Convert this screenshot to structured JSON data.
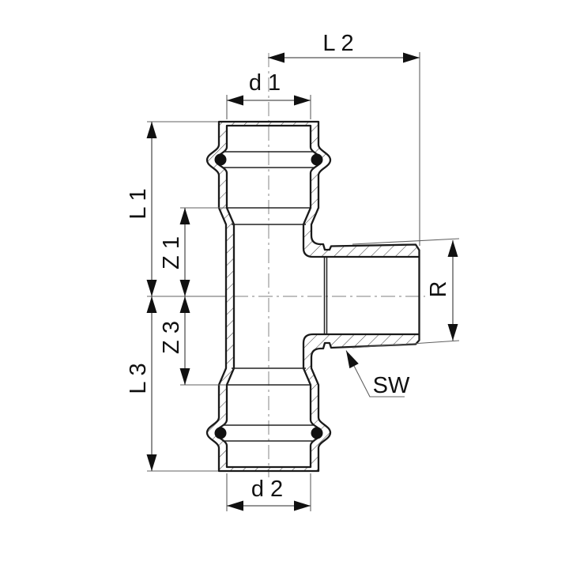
{
  "drawing": {
    "type": "technical-section-drawing",
    "subject": "tee-pipe-fitting-with-two-press-ends-and-male-thread-branch",
    "background_color": "#ffffff",
    "outline_color": "#1a1a1a",
    "dimension_line_color": "#555555",
    "centerline_color": "#999999",
    "oring_color": "#111111",
    "labels": {
      "l2": "L 2",
      "d1": "d 1",
      "l1": "L 1",
      "z1": "Z 1",
      "z3": "Z 3",
      "l3": "L 3",
      "d2": "d 2",
      "r": "R",
      "sw": "SW"
    }
  }
}
